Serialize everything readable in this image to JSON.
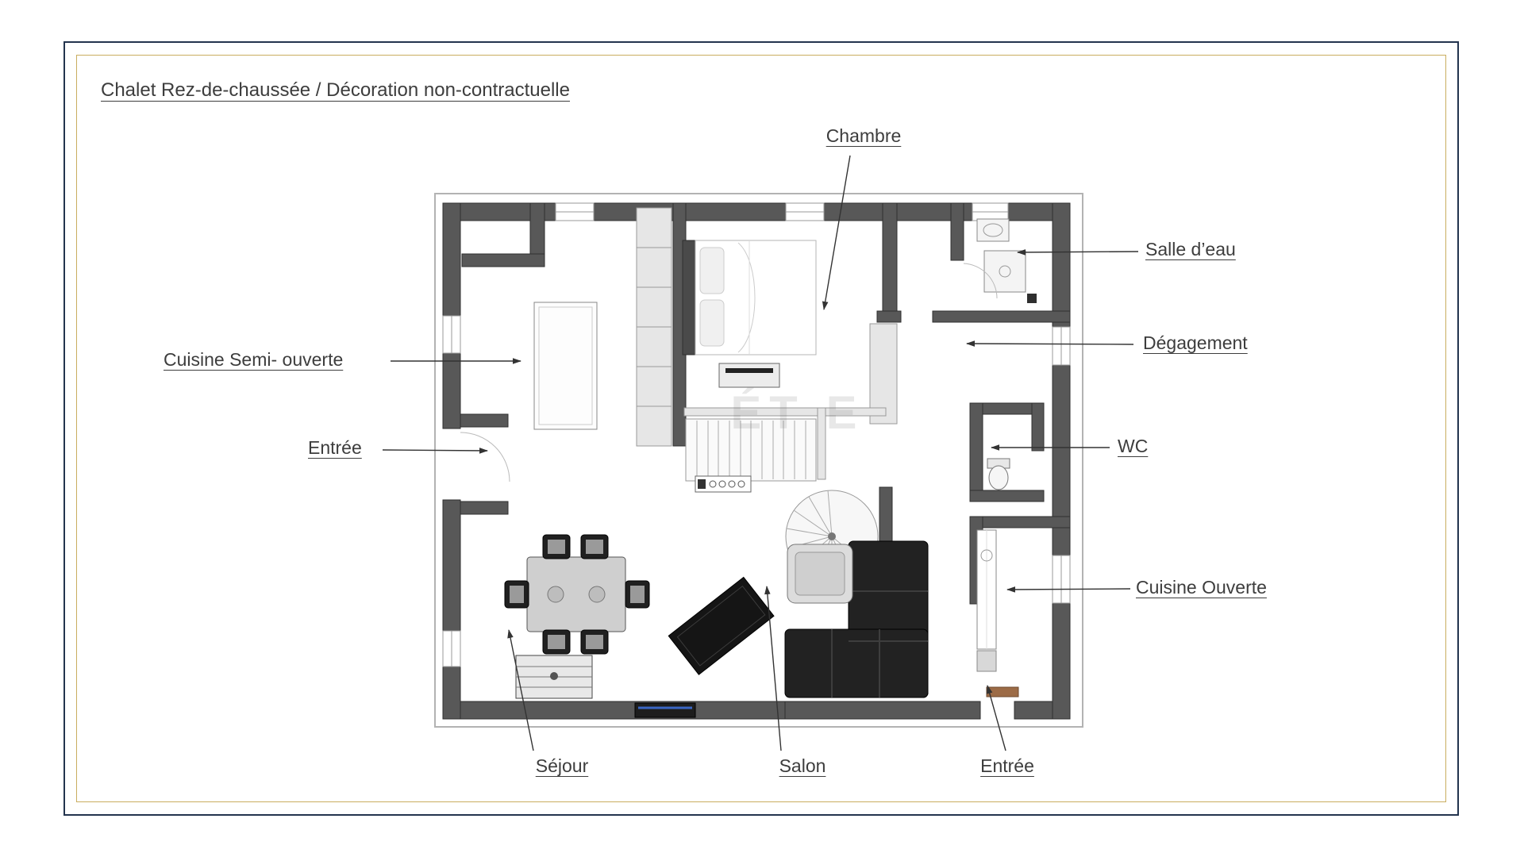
{
  "title": "Chalet Rez-de-chaussée / Décoration non-contractuelle",
  "watermark": "ÉT E",
  "frame": {
    "outer_border_color": "#23344e",
    "inner_border_color": "#c9ad5f"
  },
  "plan_colors": {
    "wall": "#585858",
    "wall_edge": "#2f2f2f",
    "furniture_dark": "#202020",
    "furniture_light": "#e6e6e6",
    "window_blue": "#3a66c4",
    "mat_brown": "#9c6b46"
  },
  "labels": {
    "chambre": "Chambre",
    "salle_deau": "Salle d’eau",
    "degagement": "Dégagement",
    "wc": "WC",
    "cuisine_ouverte": "Cuisine Ouverte",
    "cuisine_semi_ouverte": "Cuisine Semi- ouverte",
    "entree_gauche": "Entrée",
    "sejour": "Séjour",
    "salon": "Salon",
    "entree_bas": "Entrée"
  }
}
